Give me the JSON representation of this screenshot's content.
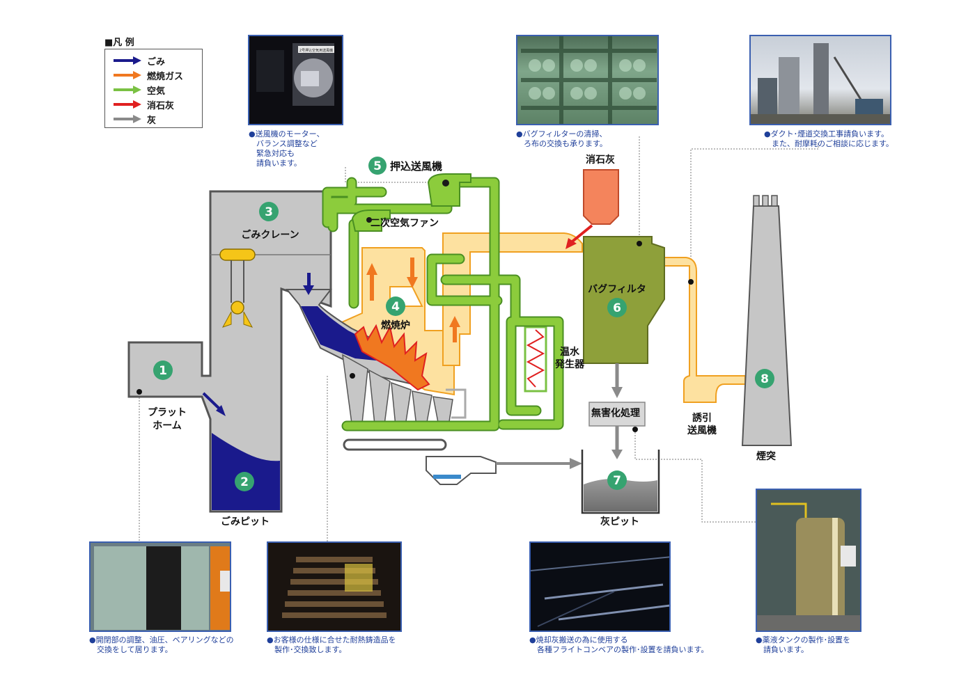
{
  "legend": {
    "title": "■凡 例",
    "items": [
      {
        "label": "ごみ",
        "color": "#1a1a8c"
      },
      {
        "label": "燃焼ガス",
        "color": "#f07820"
      },
      {
        "label": "空気",
        "color": "#7ac143"
      },
      {
        "label": "消石灰",
        "color": "#e02020"
      },
      {
        "label": "灰",
        "color": "#8a8a8a"
      }
    ]
  },
  "components": {
    "platform": {
      "num": "1",
      "label_l1": "プラット",
      "label_l2": "ホーム"
    },
    "pit": {
      "num": "2",
      "label": "ごみピット"
    },
    "crane": {
      "num": "3",
      "label": "ごみクレーン"
    },
    "furnace": {
      "num": "4",
      "label": "燃焼炉"
    },
    "blower": {
      "num": "5",
      "label": "押込送風機"
    },
    "second_fan": {
      "label": "二次空気ファン"
    },
    "bagfilter": {
      "num": "6",
      "label": "バグフィルタ"
    },
    "ash_pit": {
      "num": "7",
      "label": "灰ピット"
    },
    "stack": {
      "num": "8",
      "label": "煙突"
    },
    "lime": {
      "label": "消石灰"
    },
    "heater": {
      "label_l1": "温水",
      "label_l2": "発生器"
    },
    "detox": {
      "label": "無害化処理"
    },
    "id_fan": {
      "label_l1": "誘引",
      "label_l2": "送風機"
    }
  },
  "captions": {
    "blower": "●送風機のモーター、\n　バランス調整など\n　緊急対応も\n　請負います。",
    "bagfilter": "●バグフィルターの清掃、\n　ろ布の交換も承ります。",
    "duct": "●ダクト･煙道交換工事請負います。\n　また、耐摩耗のご相談に応じます。",
    "platform": "●開閉部の調整、油圧、ベアリングなどの\n　交換をして居ります。",
    "grate": "●お客様の仕様に合せた耐熱鋳造品を\n　製作･交換致します。",
    "conveyor": "●焼却灰搬送の為に使用する\n　各種フライトコンベアの製作･設置を請負います。",
    "tank": "●薬液タンクの製作･設置を\n　請負います。"
  },
  "photo_labels": {
    "blower_plate": "2号押込空気用送風機"
  }
}
